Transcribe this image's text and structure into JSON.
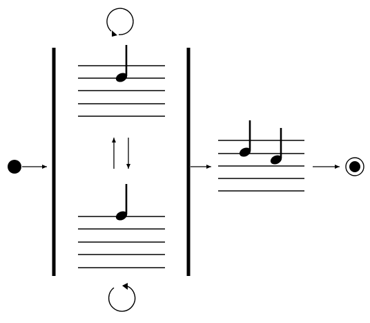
{
  "diagram": {
    "kind": "state-diagram-with-musical-staves",
    "colors": {
      "ink": "#000000",
      "background": "#ffffff"
    },
    "staves": [
      {
        "id": "upper-staff",
        "lines": 5,
        "notes": [
          {
            "type": "quarter",
            "stem": "up",
            "position": "first-line"
          }
        ],
        "self_loop": "above"
      },
      {
        "id": "lower-staff",
        "lines": 5,
        "notes": [
          {
            "type": "quarter",
            "stem": "up",
            "position": "first-line"
          }
        ],
        "self_loop": "below"
      },
      {
        "id": "result-staff",
        "lines": 5,
        "notes": [
          {
            "type": "quarter",
            "stem": "up",
            "position": "first-space"
          },
          {
            "type": "quarter",
            "stem": "up",
            "position": "second-space"
          }
        ]
      }
    ],
    "states": [
      "initial-state",
      "final-state"
    ],
    "transitions": [
      {
        "from": "initial-state",
        "to": "concurrent-region"
      },
      {
        "from": "upper-staff",
        "to": "lower-staff"
      },
      {
        "from": "lower-staff",
        "to": "upper-staff"
      },
      {
        "from": "concurrent-region",
        "to": "result-staff"
      },
      {
        "from": "result-staff",
        "to": "final-state"
      }
    ],
    "icons": [
      "self-loop-icon",
      "arrow-icon",
      "quarter-note-icon",
      "initial-state-icon",
      "final-state-icon"
    ]
  }
}
